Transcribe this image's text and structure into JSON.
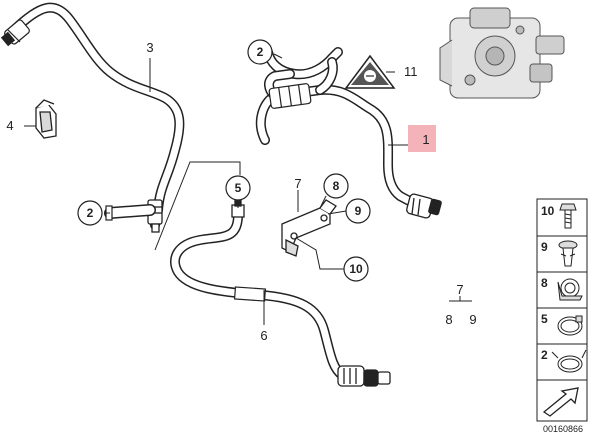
{
  "callouts": {
    "c1": "1",
    "c2a": "2",
    "c2b": "2",
    "c3": "3",
    "c4": "4",
    "c5": "5",
    "c6": "6",
    "c7a": "7",
    "c8a": "8",
    "c9a": "9",
    "c10a": "10",
    "c11": "11",
    "c7b": "7",
    "c8b": "8",
    "c9b": "9"
  },
  "legend": {
    "items": [
      {
        "number": "10",
        "icon": "bolt-icon"
      },
      {
        "number": "9",
        "icon": "clip-rivet-icon"
      },
      {
        "number": "8",
        "icon": "hose-clamp-bracket-icon"
      },
      {
        "number": "5",
        "icon": "hose-clamp-icon"
      },
      {
        "number": "2",
        "icon": "spring-clamp-icon"
      }
    ],
    "arrow_icon": "direction-arrow-icon"
  },
  "part_number": "00160866",
  "colors": {
    "line": "#222222",
    "highlight": "#f4b3b8"
  }
}
